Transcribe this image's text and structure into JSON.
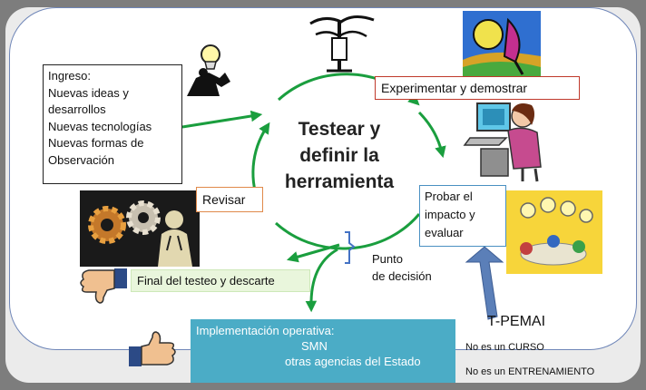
{
  "ingreso": {
    "lines": [
      "Ingreso:",
      "Nuevas ideas y",
      "desarrollos",
      "Nuevas tecnologías",
      "Nuevas formas de",
      "Observación"
    ]
  },
  "experimentar": "Experimentar y demostrar",
  "center": {
    "lines": [
      "Testear y",
      "definir la",
      "herramienta"
    ]
  },
  "probar": {
    "lines": [
      "Probar el",
      "impacto y",
      "evaluar"
    ]
  },
  "revisar": "Revisar",
  "punto": {
    "lines": [
      "Punto",
      "de decisión"
    ]
  },
  "final": "Final del testeo y descarte",
  "implementacion": {
    "lines": [
      "Implementación operativa:",
      "SMN",
      "otras agencias del Estado"
    ]
  },
  "tpemai": "T-PEMAI",
  "no_curso": "No es un CURSO",
  "no_entrenamiento": "No es un ENTRENAMIENTO",
  "colors": {
    "cycle_arrow": "#1a9e3e",
    "implementation_fill": "#4bacc6",
    "frame_border": "#6f86b8",
    "bracket": "#4472c4",
    "up_arrow": "#5b7fb8"
  },
  "icons": [
    "worker-with-lightbulb-icon",
    "person-on-tree-icon",
    "satellite-dish-icon",
    "person-at-computer-icon",
    "gears-and-person-icon",
    "lightbulbs-meeting-icon",
    "thumbs-down-icon",
    "thumbs-up-icon"
  ]
}
